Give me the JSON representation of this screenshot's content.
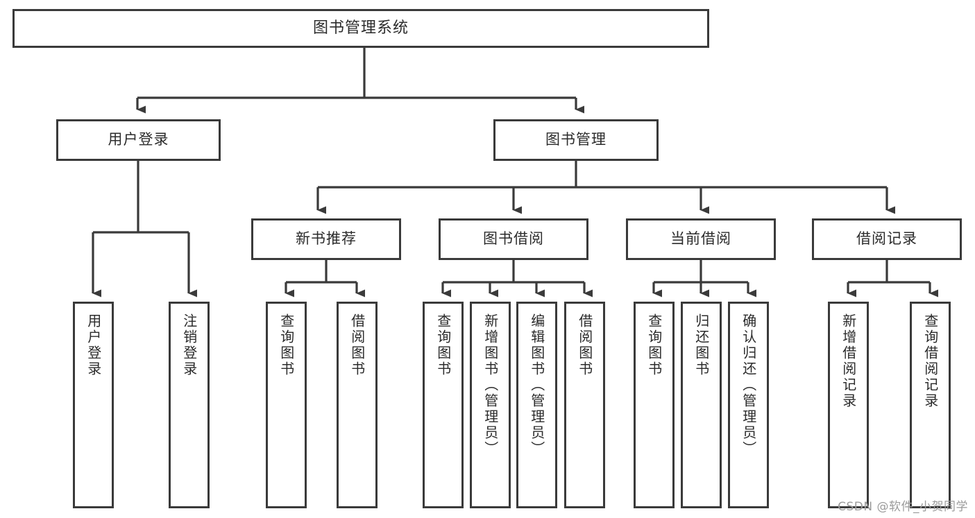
{
  "diagram": {
    "title": "图书管理系统",
    "type": "tree-hierarchy",
    "watermark": "CSDN @软件_小贺同学",
    "colors": {
      "stroke": "#3a3a3a",
      "box_fill": "#ffffff",
      "text": "#2b2b2b",
      "watermark": "#9b9b9b",
      "background": "#ffffff"
    },
    "nodes": {
      "root": {
        "label": "图书管理系统"
      },
      "level1": [
        {
          "id": "user-login",
          "label": "用户登录"
        },
        {
          "id": "book-management",
          "label": "图书管理"
        }
      ],
      "level2": [
        {
          "id": "new-book-recommend",
          "label": "新书推荐"
        },
        {
          "id": "book-borrow",
          "label": "图书借阅"
        },
        {
          "id": "current-borrow",
          "label": "当前借阅"
        },
        {
          "id": "borrow-record",
          "label": "借阅记录"
        }
      ],
      "leaves": [
        {
          "id": "leaf-user-login",
          "label": "用户登录",
          "parent": "user-login"
        },
        {
          "id": "leaf-logout-login",
          "label": "注销登录",
          "parent": "user-login"
        },
        {
          "id": "leaf-query-book-1",
          "label": "查询图书",
          "parent": "new-book-recommend"
        },
        {
          "id": "leaf-borrow-book-1",
          "label": "借阅图书",
          "parent": "new-book-recommend"
        },
        {
          "id": "leaf-query-book-2",
          "label": "查询图书",
          "parent": "book-borrow"
        },
        {
          "id": "leaf-add-book",
          "label": "新增图书（管理员）",
          "parent": "book-borrow"
        },
        {
          "id": "leaf-edit-book",
          "label": "编辑图书（管理员）",
          "parent": "book-borrow"
        },
        {
          "id": "leaf-borrow-book-2",
          "label": "借阅图书",
          "parent": "book-borrow"
        },
        {
          "id": "leaf-query-book-3",
          "label": "查询图书",
          "parent": "current-borrow"
        },
        {
          "id": "leaf-return-book",
          "label": "归还图书",
          "parent": "current-borrow"
        },
        {
          "id": "leaf-confirm-return",
          "label": "确认归还（管理员）",
          "parent": "current-borrow"
        },
        {
          "id": "leaf-add-record",
          "label": "新增借阅记录",
          "parent": "borrow-record"
        },
        {
          "id": "leaf-query-record",
          "label": "查询借阅记录",
          "parent": "borrow-record"
        }
      ]
    }
  }
}
